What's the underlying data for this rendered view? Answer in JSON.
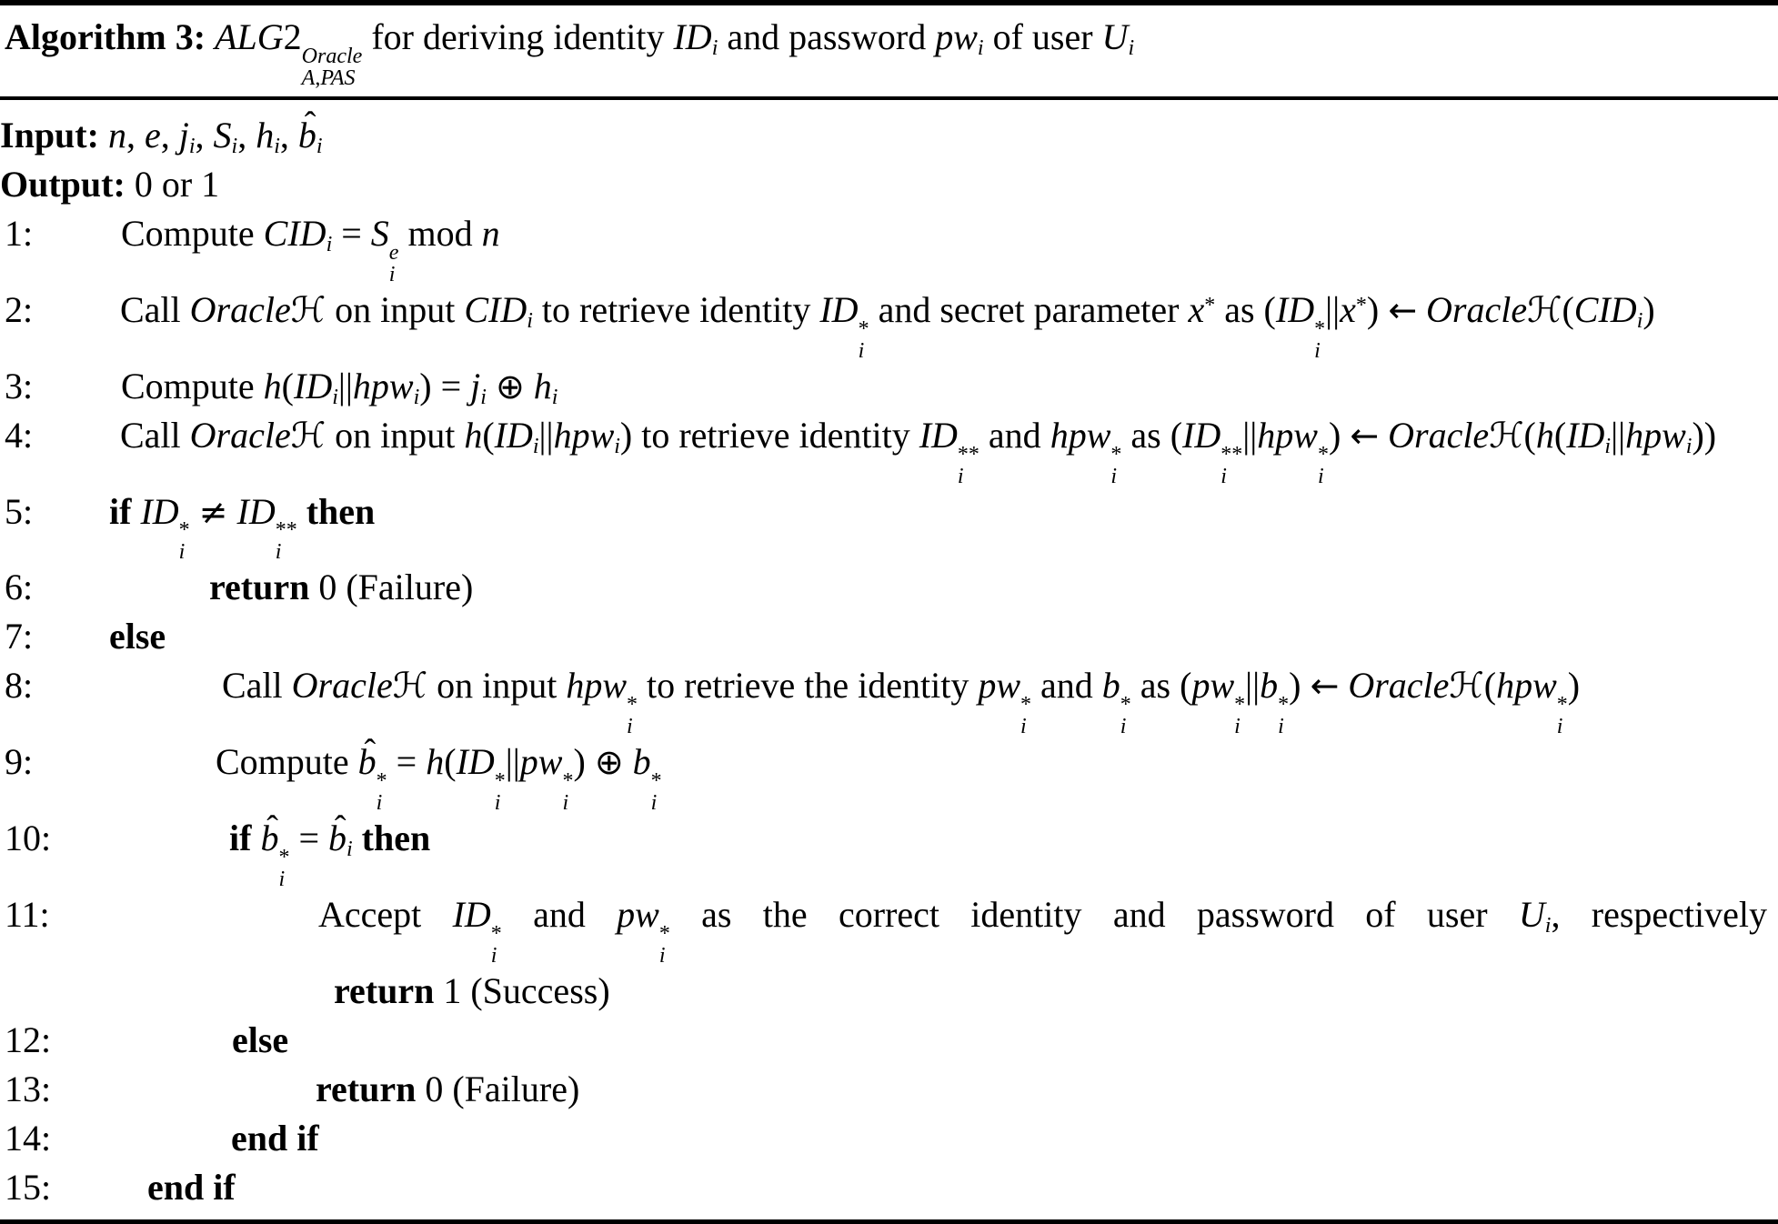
{
  "colors": {
    "text": "#000000",
    "background": "#ffffff",
    "rules": "#000000"
  },
  "title": {
    "text": "Algorithm 3: ALG2^{Oracle}_{A,PAS} for deriving identity ID_i and password pw_i of user U_i",
    "html": "<b>Algorithm 3:</b> <i>ALG</i>2<span class='ss'><span><i>Oracle</i></span><span><i>A</i>,<i>PAS</i></span></span> for deriving identity <i>ID</i><sub><i>i</i></sub> and password <i>pw</i><sub><i>i</i></sub> of user <i>U</i><sub><i>i</i></sub>"
  },
  "lines": [
    {
      "num": "",
      "indent": 0,
      "html": "<b>Input:</b> <i>n</i>, <i>e</i>, <i>j</i><sub><i>i</i></sub>, <i>S</i><sub><i>i</i></sub>, <i>h</i><sub><i>i</i></sub>, <span class='hat'><i>b</i><span class='acc'>ˆ</span></span><sub><i>i</i></sub>"
    },
    {
      "num": "",
      "indent": 0,
      "html": "<b>Output:</b> 0 or 1"
    },
    {
      "num": "1:",
      "indent": 133,
      "html": "Compute <i>CID</i><sub><i>i</i></sub> = <i>S</i><span class='ss'><span><i>e</i></span><span><i>i</i></span></span> mod <i>n</i>"
    },
    {
      "num": "2:",
      "indent": 132,
      "justify": true,
      "html": "Call <i>Oracle</i><span class='scr'>ℋ</span> on input <i>CID</i><sub><i>i</i></sub> to retrieve identity <i>ID</i><span class='ss'><span>*</span><span><i>i</i></span></span> and secret parameter <i>x</i><sup>*</sup> as (<i>ID</i><span class='ss'><span>*</span><span><i>i</i></span></span>||<i>x</i><sup>*</sup>)&nbsp;<span class='sym'>←</span> <i>Oracle</i><span class='scr'>ℋ</span>(<i>CID</i><sub><i>i</i></sub>)"
    },
    {
      "num": "3:",
      "indent": 133,
      "html": "Compute <i>h</i>(<i>ID</i><sub><i>i</i></sub>||<i>hpw</i><sub><i>i</i></sub>) = <i>j</i><sub><i>i</i></sub> <span class='sym'>⊕</span> <i>h</i><sub><i>i</i></sub>"
    },
    {
      "num": "4:",
      "indent": 132,
      "justify": true,
      "html": "Call <i>Oracle</i><span class='scr'>ℋ</span> on input <i>h</i>(<i>ID</i><sub><i>i</i></sub>||<i>hpw</i><sub><i>i</i></sub>) to retrieve identity <i>ID</i><span class='ss'><span>**</span><span><i>i</i></span></span> and <i>hpw</i><span class='ss'><span>*</span><span><i>i</i></span></span> as (<i>ID</i><span class='ss'><span>**</span><span><i>i</i></span></span>||<i>hpw</i><span class='ss'><span>*</span><span><i>i</i></span></span>)&nbsp;<span class='sym'>←</span> <i>Oracle</i><span class='scr'>ℋ</span>(<i>h</i>(<i>ID</i><sub><i>i</i></sub>||<i>hpw</i><sub><i>i</i></sub>))"
    },
    {
      "num": "5:",
      "indent": 120,
      "html": "<b>if</b> <i>ID</i><span class='ss'><span>*</span><span><i>i</i></span></span> <span class='sym'>≠</span> <i>ID</i><span class='ss'><span>**</span><span><i>i</i></span></span> <b>then</b>"
    },
    {
      "num": "6:",
      "indent": 230,
      "html": "<b>return</b> 0 (Failure)"
    },
    {
      "num": "7:",
      "indent": 120,
      "html": "<b>else</b>"
    },
    {
      "num": "8:",
      "indent": 244,
      "justify": true,
      "html": "Call <i>Oracle</i><span class='scr'>ℋ</span> on input <i>hpw</i><span class='ss'><span>*</span><span><i>i</i></span></span> to retrieve the identity <i>pw</i><span class='ss'><span>*</span><span><i>i</i></span></span> and <i>b</i><span class='ss'><span>*</span><span><i>i</i></span></span> as (<i>pw</i><span class='ss'><span>*</span><span><i>i</i></span></span>||<i>b</i><span class='ss'><span>*</span><span><i>i</i></span></span>)&nbsp;<span class='sym'>←</span> <i>Oracle</i><span class='scr'>ℋ</span>(<i>hpw</i><span class='ss'><span>*</span><span><i>i</i></span></span>)"
    },
    {
      "num": "9:",
      "indent": 237,
      "html": "Compute <span class='hat'><i>b</i><span class='acc'>ˆ</span></span><span class='ss'><span>*</span><span><i>i</i></span></span> = <i>h</i>(<i>ID</i><span class='ss'><span>*</span><span><i>i</i></span></span>||<i>pw</i><span class='ss'><span>*</span><span><i>i</i></span></span>) <span class='sym'>⊕</span> <i>b</i><span class='ss'><span>*</span><span><i>i</i></span></span>"
    },
    {
      "num": "10:",
      "indent": 252,
      "html": "<b>if</b> <span class='hat'><i>b</i><span class='acc'>ˆ</span></span><span class='ss'><span>*</span><span><i>i</i></span></span> = <span class='hat'><i>b</i><span class='acc'>ˆ</span></span><sub><i>i</i></sub> <b>then</b>"
    },
    {
      "num": "11:",
      "indent": 350,
      "jlast": true,
      "html": "Accept <i>ID</i><span class='ss'><span>*</span><span><i>i</i></span></span> and <i>pw</i><span class='ss'><span>*</span><span><i>i</i></span></span> as the correct identity and password of user <i>U</i><sub><i>i</i></sub>, respectively"
    },
    {
      "num": "",
      "indent": 367,
      "html": "<b>return</b> 1 (Success)"
    },
    {
      "num": "12:",
      "indent": 255,
      "html": "<b>else</b>"
    },
    {
      "num": "13:",
      "indent": 347,
      "html": "<b>return</b> 0 (Failure)"
    },
    {
      "num": "14:",
      "indent": 254,
      "html": "<b>end if</b>"
    },
    {
      "num": "15:",
      "indent": 162,
      "html": "<b>end if</b>"
    }
  ]
}
